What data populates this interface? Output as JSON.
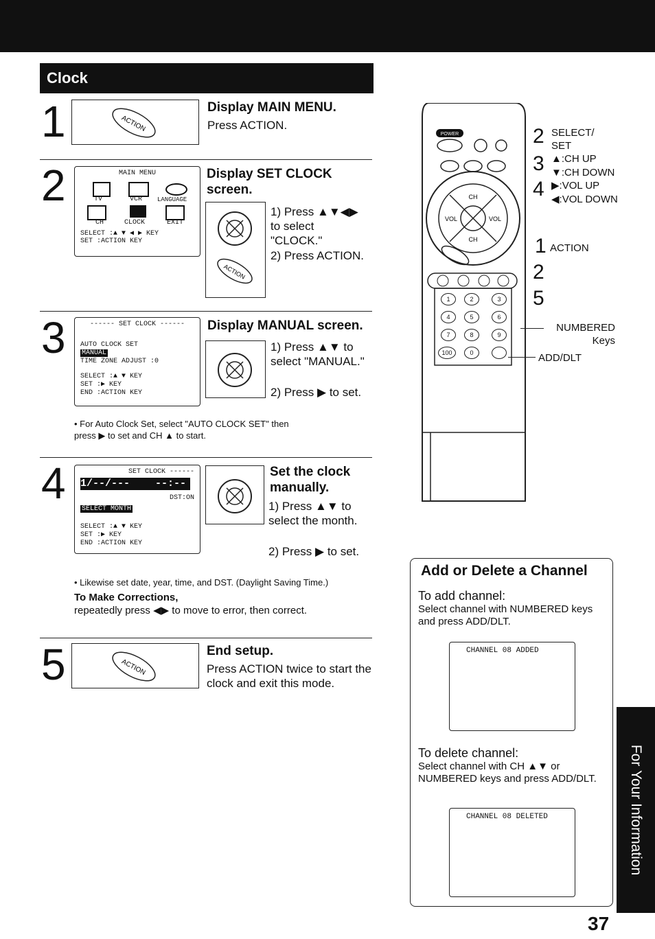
{
  "section_title": "Clock",
  "step1": {
    "num": "1",
    "title": "Display MAIN MENU.",
    "text": "Press ACTION.",
    "icon_label": "ACTION"
  },
  "step2": {
    "num": "2",
    "title": "Display SET CLOCK screen.",
    "i1": "1) Press ▲▼◀▶ to select \"CLOCK.\"",
    "i2": "2) Press ACTION.",
    "menu": {
      "title": "MAIN MENU",
      "tv": "TV",
      "vcr": "VCR",
      "lang": "LANGUAGE",
      "ch": "CH",
      "clock": "CLOCK",
      "exit": "EXIT",
      "l1": "SELECT :▲ ▼ ◀ ▶ KEY",
      "l2": "SET :ACTION KEY"
    }
  },
  "step3": {
    "num": "3",
    "title": "Display MANUAL screen.",
    "i1": "1) Press ▲▼ to select \"MANUAL.\"",
    "i2": "2) Press ▶ to set.",
    "screen": {
      "title": "------ SET CLOCK ------",
      "auto": "AUTO CLOCK SET",
      "manual": "MANUAL",
      "tz": "TIME ZONE ADJUST :0",
      "l1": "SELECT :▲ ▼ KEY",
      "l2": "SET :▶ KEY",
      "l3": "END :ACTION KEY"
    },
    "note": "• For Auto Clock Set, select \"AUTO CLOCK SET\" then press ▶ to set and CH ▲ to start."
  },
  "step4": {
    "num": "4",
    "title": "Set the clock manually.",
    "i1": "1) Press ▲▼ to select the month.",
    "i2": "2) Press ▶ to set.",
    "screen": {
      "title": "SET CLOCK ------",
      "date": "1/--/---",
      "time": "--:--",
      "dst": "DST:ON",
      "select": "SELECT MONTH",
      "l1": "SELECT :▲ ▼ KEY",
      "l2": "SET :▶ KEY",
      "l3": "END :ACTION KEY"
    },
    "note": "• Likewise set date, year, time, and DST. (Daylight Saving Time.)",
    "corr_title": "To Make Corrections,",
    "corr_text": "repeatedly press ◀▶ to move to error, then correct."
  },
  "step5": {
    "num": "5",
    "title": "End setup.",
    "text": "Press ACTION twice to start the clock and exit this mode."
  },
  "remote_labels": {
    "n2": "2",
    "select_set": "SELECT/ SET",
    "n3": "3",
    "ch_up": "▲:CH UP",
    "ch_down": "▼:CH DOWN",
    "n4": "4",
    "vol_up": "▶:VOL UP",
    "vol_down": "◀:VOL DOWN",
    "n1": "1",
    "action": "ACTION",
    "n2b": "2",
    "n5": "5",
    "numbered": "NUMBERED Keys",
    "adddlt": "ADD/DLT",
    "power": "POWER",
    "ch": "CH",
    "vol": "VOL"
  },
  "channel": {
    "title": "Add or Delete a Channel",
    "add_head": "To add channel:",
    "add_text": "Select channel with NUMBERED keys and press ADD/DLT.",
    "add_screen": "CHANNEL 08 ADDED",
    "del_head": "To delete channel:",
    "del_text": "Select channel with CH ▲▼ or NUMBERED keys and press ADD/DLT.",
    "del_screen": "CHANNEL 08 DELETED"
  },
  "sidebar": "For Your Information",
  "page_number": "37"
}
